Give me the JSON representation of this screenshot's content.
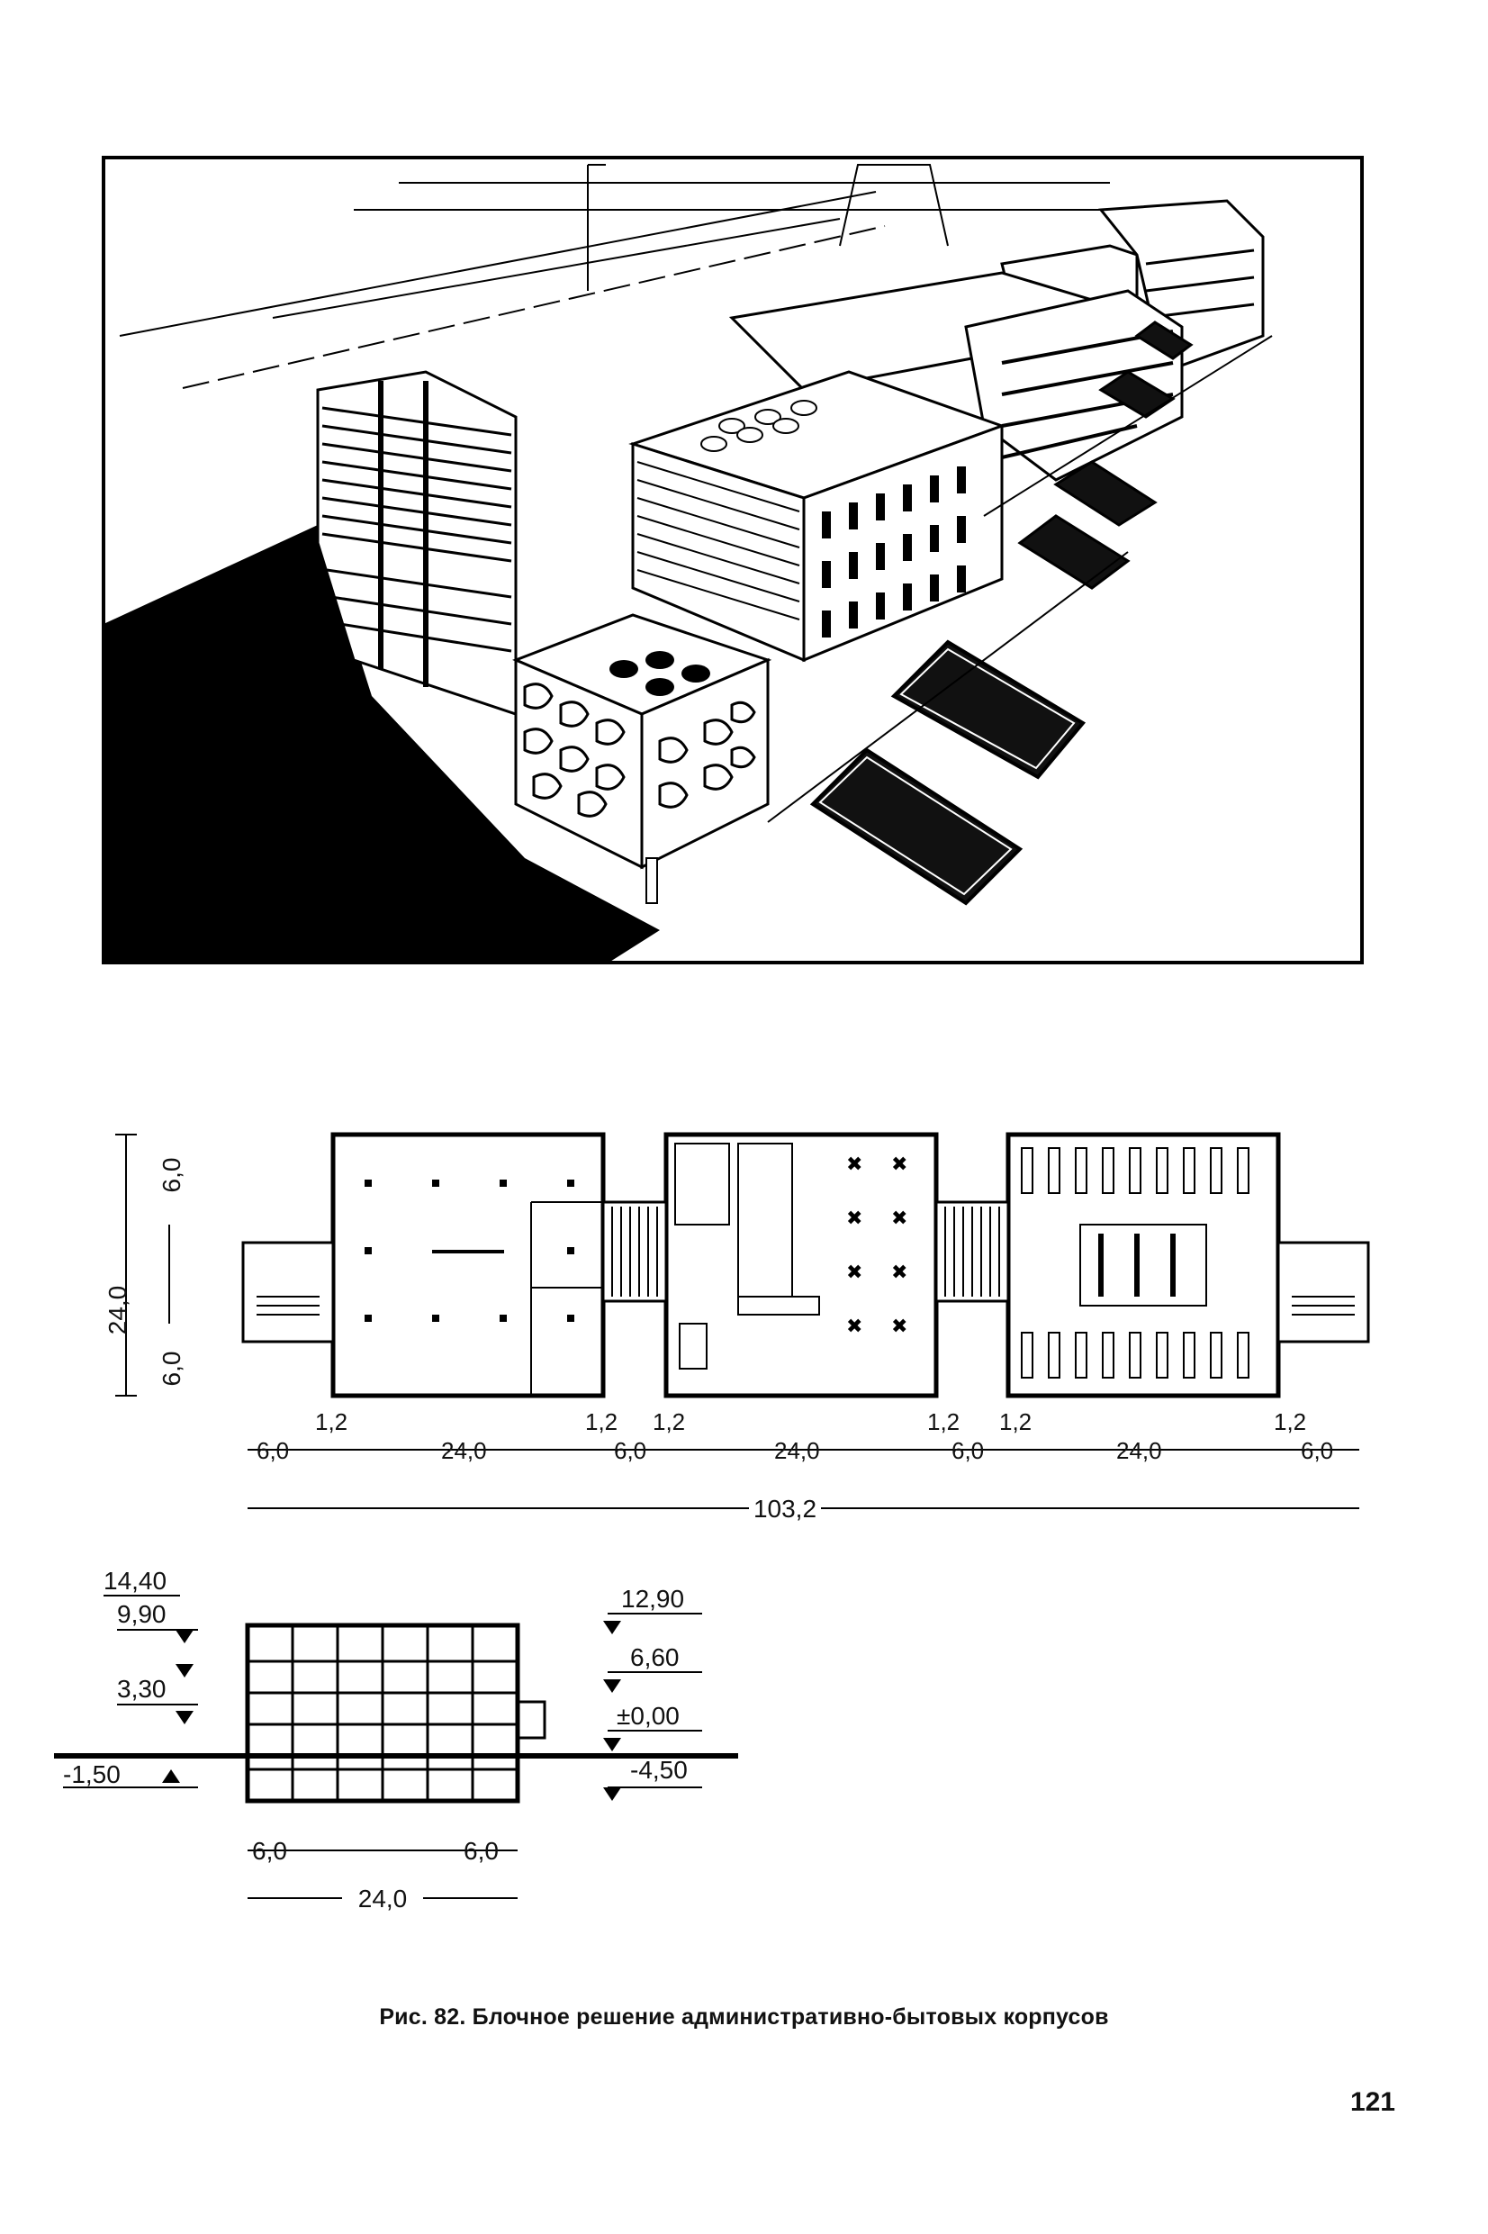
{
  "figure": {
    "caption": "Рис. 82. Блочное решение административно-бытовых корпусов"
  },
  "plan": {
    "height_dims": {
      "total": "24,0",
      "top": "6,0",
      "bottom": "6,0"
    },
    "segment_dims": [
      "6,0",
      "1,2",
      "24,0",
      "1,2",
      "6,0",
      "1,2",
      "24,0",
      "1,2",
      "6,0",
      "1,2",
      "24,0",
      "1,2",
      "6,0"
    ],
    "total_length": "103,2"
  },
  "section": {
    "left_levels": [
      "14,40",
      "9,90",
      "3,30",
      "-1,50"
    ],
    "right_levels": [
      "12,90",
      "6,60",
      "±0,00",
      "-4,50"
    ],
    "bottom_dims": {
      "left": "6,0",
      "right": "6,0",
      "total": "24,0"
    }
  },
  "page": {
    "number": "121"
  }
}
